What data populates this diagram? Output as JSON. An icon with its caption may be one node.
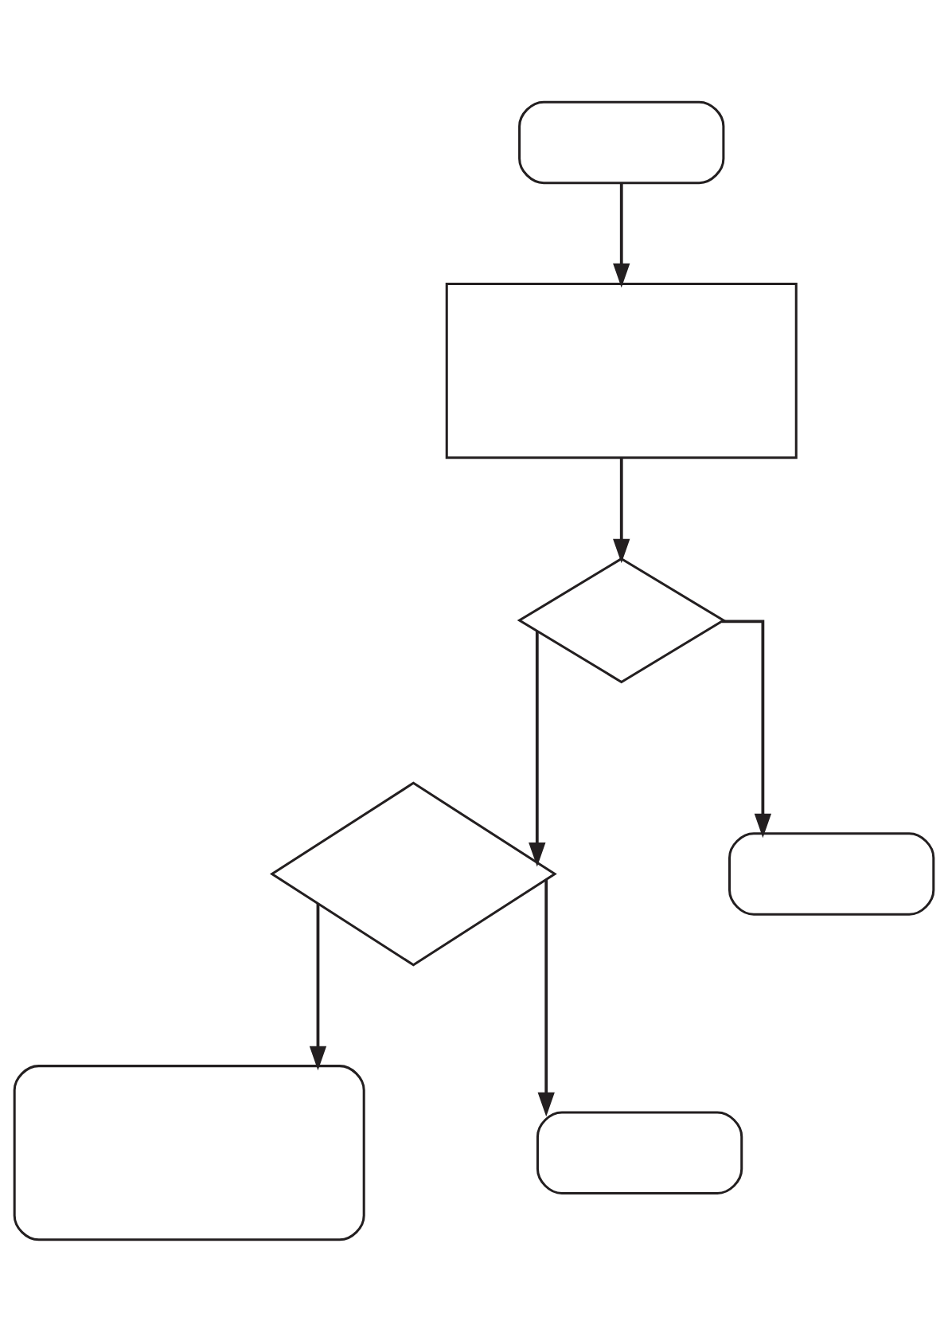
{
  "diagram": {
    "nodes": [
      {
        "text": [],
        "shape": "box"
      },
      {
        "text": [],
        "shape": "box"
      },
      {
        "text": [],
        "shape": "diamond"
      },
      {
        "text": [],
        "shape": "diamond"
      },
      {
        "text": [],
        "shape": "box"
      },
      {
        "text": [],
        "shape": "box"
      },
      {
        "text": [],
        "shape": "box"
      }
    ],
    "edges": [
      {
        "from": 0,
        "to": 1,
        "arrow": "to"
      },
      {
        "from": 1,
        "to": 2,
        "arrow": "to"
      },
      {
        "from": 2,
        "to": 3,
        "arrow": "to"
      },
      {
        "from": 2,
        "to": 4,
        "arrow": "to"
      },
      {
        "from": 3,
        "to": 5,
        "arrow": "to"
      },
      {
        "from": 3,
        "to": 6,
        "arrow": "to"
      }
    ]
  }
}
